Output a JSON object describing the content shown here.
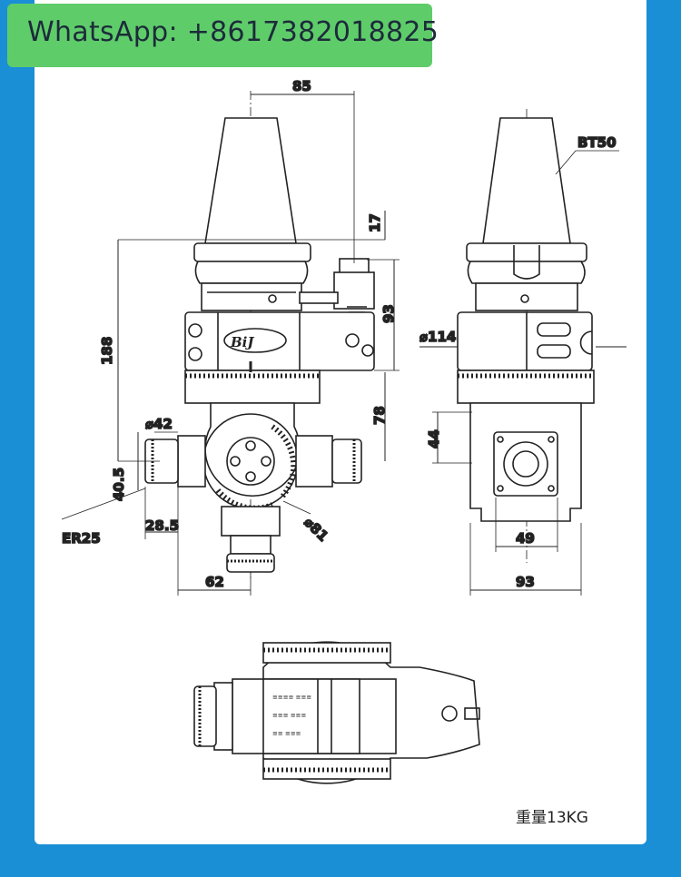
{
  "banner": {
    "text": "WhatsApp: +8617382018825"
  },
  "colors": {
    "background": "#1a8fd6",
    "panel": "#ffffff",
    "banner": "#5fcc6a",
    "ink": "#222222"
  },
  "drawing": {
    "brand_logo": "BiJ",
    "dimensions": {
      "d85": "85",
      "d17": "17",
      "d93_height": "93",
      "d188": "188",
      "d78": "78",
      "dia42": "⌀42",
      "d40_5": "40.5",
      "er25": "ER25",
      "d28_5": "28.5",
      "dia81": "⌀81",
      "d62": "62",
      "bt50": "BT50",
      "dia114": "⌀114",
      "d44": "44",
      "d49": "49",
      "d93_width": "93"
    }
  },
  "weight_label": "重量13KG"
}
